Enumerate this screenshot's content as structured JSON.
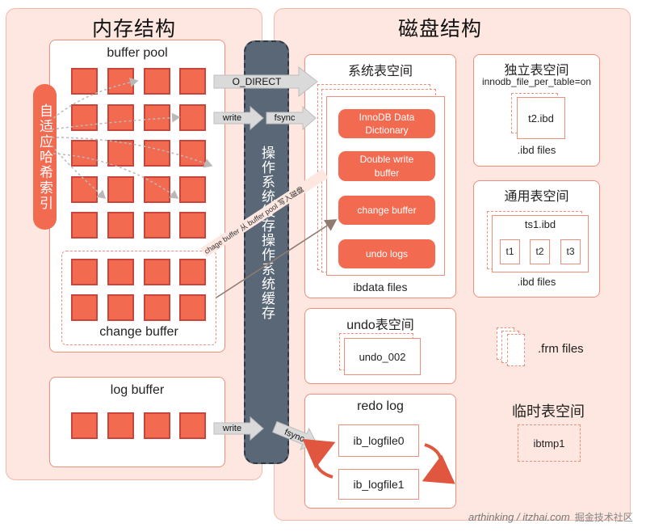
{
  "memory": {
    "title": "内存结构",
    "buffer_pool_label": "buffer pool",
    "change_buffer_label": "change buffer",
    "log_buffer_label": "log buffer",
    "adaptive_hash_label": "自适应哈希索引"
  },
  "os_cache": {
    "label": "操作系统缓存操作系统缓存",
    "diagonal_note": "chage buffer 从 buffer pool 写入磁盘"
  },
  "arrows": {
    "o_direct": "O_DIRECT",
    "write_1": "write",
    "fsync_1": "fsync",
    "write_2": "write",
    "fsync_2": "fsync"
  },
  "disk": {
    "title": "磁盘结构",
    "system_ts": {
      "title": "系统表空间",
      "items": [
        "InnoDB Data Dictionary",
        "Double write buffer",
        "change buffer",
        "undo logs"
      ],
      "footer": "ibdata files"
    },
    "file_per_table": {
      "title": "独立表空间",
      "subtitle": "innodb_file_per_table=on",
      "file": "t2.ibd",
      "footer": ".ibd files"
    },
    "general_ts": {
      "title": "通用表空间",
      "file": "ts1.ibd",
      "tables": [
        "t1",
        "t2",
        "t3"
      ],
      "footer": ".ibd files"
    },
    "undo_ts": {
      "title": "undo表空间",
      "file": "undo_002"
    },
    "frm": {
      "label": ".frm files"
    },
    "redo_log": {
      "title": "redo log",
      "files": [
        "ib_logfile0",
        "ib_logfile1"
      ]
    },
    "temp_ts": {
      "title": "临时表空间",
      "file": "ibtmp1"
    }
  },
  "watermark": "arthinking / itzhai.com",
  "watermark_logo": "掘金技术社区",
  "colors": {
    "panel_bg": "#fde7e0",
    "accent": "#f26a50",
    "border": "#ee8f7b",
    "os_bar": "#5a6777"
  }
}
